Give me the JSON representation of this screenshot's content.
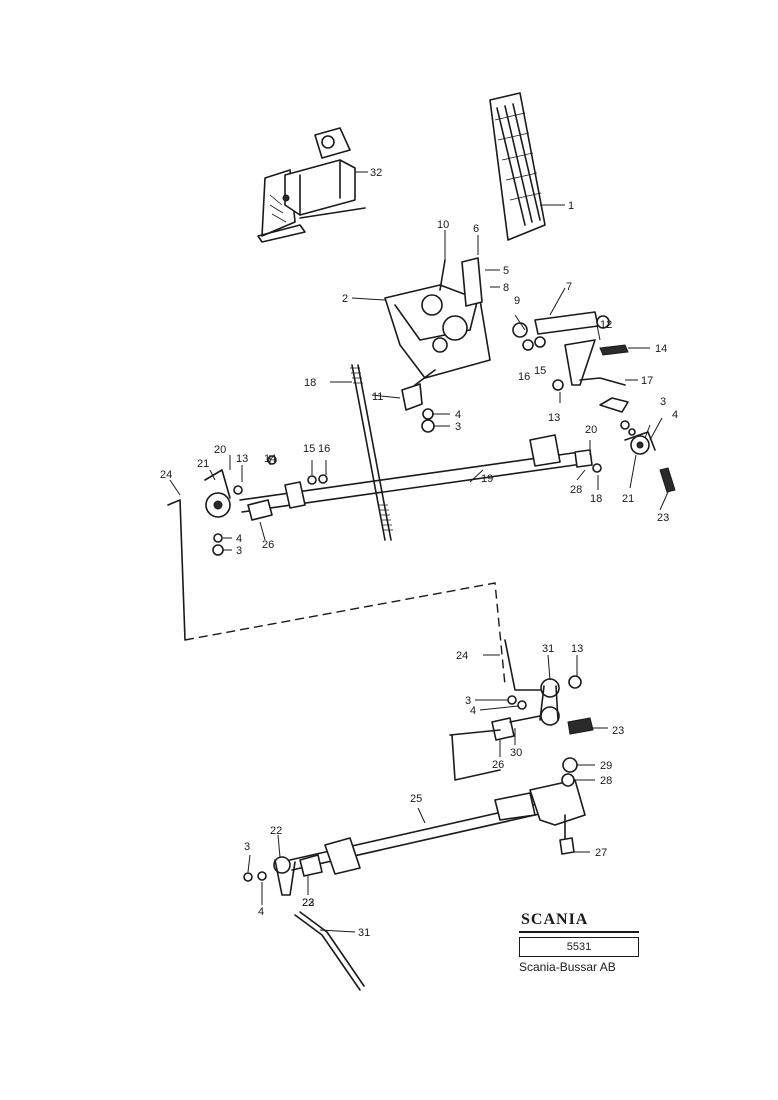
{
  "callouts": [
    {
      "id": "c1",
      "text": "1"
    },
    {
      "id": "c2",
      "text": "2"
    },
    {
      "id": "c3a",
      "text": "3"
    },
    {
      "id": "c3b",
      "text": "3"
    },
    {
      "id": "c3c",
      "text": "3"
    },
    {
      "id": "c3d",
      "text": "3"
    },
    {
      "id": "c3e",
      "text": "3"
    },
    {
      "id": "c4a",
      "text": "4"
    },
    {
      "id": "c4b",
      "text": "4"
    },
    {
      "id": "c4c",
      "text": "4"
    },
    {
      "id": "c4d",
      "text": "4"
    },
    {
      "id": "c4e",
      "text": "4"
    },
    {
      "id": "c5",
      "text": "5"
    },
    {
      "id": "c6",
      "text": "6"
    },
    {
      "id": "c7",
      "text": "7"
    },
    {
      "id": "c8",
      "text": "8"
    },
    {
      "id": "c9",
      "text": "9"
    },
    {
      "id": "c10",
      "text": "10"
    },
    {
      "id": "c11",
      "text": "11"
    },
    {
      "id": "c12",
      "text": "12"
    },
    {
      "id": "c13a",
      "text": "13"
    },
    {
      "id": "c13b",
      "text": "13"
    },
    {
      "id": "c13c",
      "text": "13"
    },
    {
      "id": "c14a",
      "text": "14"
    },
    {
      "id": "c14b",
      "text": "14"
    },
    {
      "id": "c15a",
      "text": "15"
    },
    {
      "id": "c15b",
      "text": "15"
    },
    {
      "id": "c16a",
      "text": "16"
    },
    {
      "id": "c16b",
      "text": "16"
    },
    {
      "id": "c17",
      "text": "17"
    },
    {
      "id": "c18a",
      "text": "18"
    },
    {
      "id": "c18b",
      "text": "18"
    },
    {
      "id": "c19",
      "text": "19"
    },
    {
      "id": "c20a",
      "text": "20"
    },
    {
      "id": "c20b",
      "text": "20"
    },
    {
      "id": "c21a",
      "text": "21"
    },
    {
      "id": "c21b",
      "text": "21"
    },
    {
      "id": "c22a",
      "text": "22"
    },
    {
      "id": "c22b",
      "text": "22"
    },
    {
      "id": "c23a",
      "text": "23"
    },
    {
      "id": "c23b",
      "text": "23"
    },
    {
      "id": "c23c",
      "text": "23"
    },
    {
      "id": "c24a",
      "text": "24"
    },
    {
      "id": "c24b",
      "text": "24"
    },
    {
      "id": "c25",
      "text": "25"
    },
    {
      "id": "c26a",
      "text": "26"
    },
    {
      "id": "c26b",
      "text": "26"
    },
    {
      "id": "c27",
      "text": "27"
    },
    {
      "id": "c28a",
      "text": "28"
    },
    {
      "id": "c28b",
      "text": "28"
    },
    {
      "id": "c29",
      "text": "29"
    },
    {
      "id": "c30",
      "text": "30"
    },
    {
      "id": "c31a",
      "text": "31"
    },
    {
      "id": "c31b",
      "text": "31"
    },
    {
      "id": "c32",
      "text": "32"
    }
  ],
  "title_block": {
    "logo_text": "SCANIA",
    "drawing_number": "5531",
    "company": "Scania-Bussar AB"
  },
  "colors": {
    "ink": "#1a1a1a",
    "paper": "#ffffff"
  }
}
